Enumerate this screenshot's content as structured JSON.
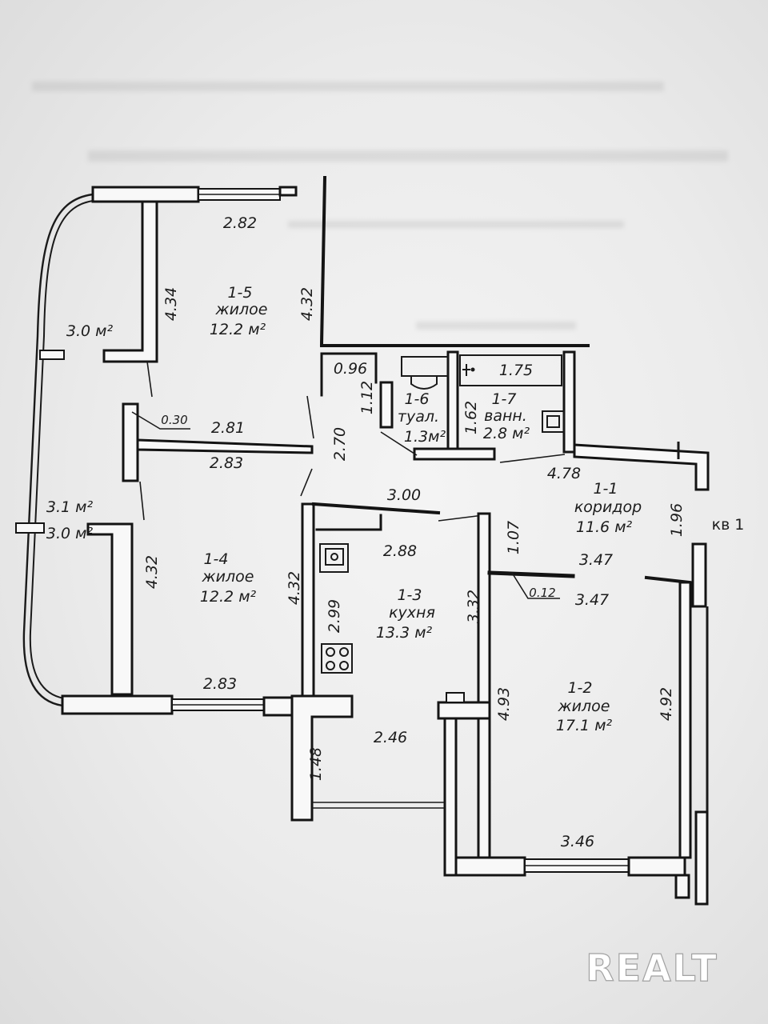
{
  "rooms": [
    {
      "number": "1-5",
      "type": "жилое",
      "area": "12.2 м²"
    },
    {
      "number": "1-4",
      "type": "жилое",
      "area": "12.2 м²"
    },
    {
      "number": "1-3",
      "type": "кухня",
      "area": "13.3 м²"
    },
    {
      "number": "1-6",
      "type": "туал.",
      "area": "1.3м²"
    },
    {
      "number": "1-7",
      "type": "ванн.",
      "area": "2.8 м²"
    },
    {
      "number": "1-1",
      "type": "коридор",
      "area": "11.6 м²"
    },
    {
      "number": "1-2",
      "type": "жилое",
      "area": "17.1 м²"
    }
  ],
  "balcony_areas": [
    "3.0 м²",
    "3.1 м²",
    "3.0 м²"
  ],
  "apartment_label": "кв 1",
  "dimensions": {
    "r15_top": "2.82",
    "r15_left": "4.34",
    "r15_right": "4.32",
    "wc_niche": "0.96",
    "wc_side": "1.12",
    "bath_tub": "1.75",
    "bath_side": "1.62",
    "wall_leader": "0.30",
    "r15_bottom": "2.81",
    "r14_top": "2.83",
    "hall_passage": "2.70",
    "kitchen_top": "3.00",
    "corridor_top": "4.78",
    "entrance_side": "1.96",
    "kitchen_upper": "2.88",
    "corridor_niche": "1.07",
    "corridor_bottom": "3.47",
    "partition_leader": "0.12",
    "r12_top": "3.47",
    "r14_left": "4.32",
    "r14_right": "4.32",
    "kitchen_left": "2.99",
    "kitchen_right": "3.32",
    "r14_bottom": "2.83",
    "r12_left": "4.93",
    "r12_right": "4.92",
    "loggia_width": "2.46",
    "loggia_depth": "1.48",
    "r12_bottom": "3.46"
  },
  "watermark": "REALT",
  "icons": {
    "kitchen_sink": "kitchen-sink-icon",
    "stove": "stove-icon",
    "toilet": "toilet-icon",
    "bathtub": "bathtub-icon",
    "washbasin": "washbasin-icon",
    "tap": "tap-icon"
  },
  "colors": {
    "ink": "#1c1c1c",
    "paper": "#ebebeb",
    "wall_fill": "#f8f8f8",
    "watermark": "#ffffff"
  }
}
